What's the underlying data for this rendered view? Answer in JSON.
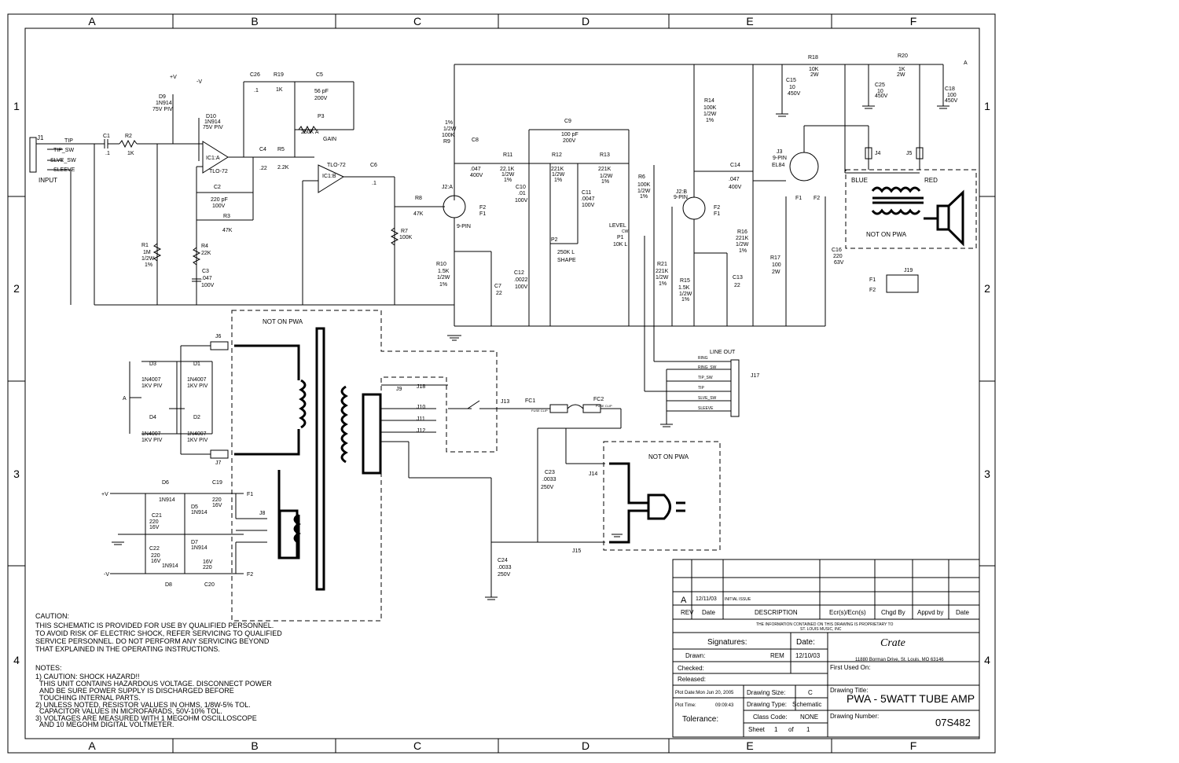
{
  "frame": {
    "columns": [
      "A",
      "B",
      "C",
      "D",
      "E",
      "F"
    ],
    "rows": [
      "1",
      "2",
      "3",
      "4"
    ]
  },
  "input": {
    "jack": "J1",
    "pins": [
      "TIP",
      "TIP_SW",
      "SLVE_SW",
      "SLEEVE"
    ],
    "label": "INPUT"
  },
  "preamp": {
    "op_a": "IC1:A",
    "op_a_type": "TLO-72",
    "op_b": "IC1:B",
    "op_b_type": "TLO-72",
    "d9": [
      "D9",
      "1N914",
      "75V PIV"
    ],
    "d10": [
      "D10",
      "1N914",
      "75V PIV"
    ],
    "plus_v": "+V",
    "minus_v": "-V",
    "c1": [
      "C1",
      ".1"
    ],
    "r2": [
      "R2",
      "1K"
    ],
    "r1": [
      "R1",
      "1M",
      "1/2W",
      "1%"
    ],
    "c2": [
      "C2",
      "220 pF",
      "100V"
    ],
    "r3": [
      "R3",
      "47K"
    ],
    "r4": [
      "R4",
      "22K"
    ],
    "c3": [
      "C3",
      ".047",
      "100V"
    ],
    "c26": [
      "C26",
      ".1"
    ],
    "r19": [
      "R19",
      "1K"
    ],
    "c5": [
      "C5",
      "56 pF",
      "200V"
    ],
    "p3": [
      "P3",
      "250K A",
      "GAIN"
    ],
    "c4": [
      "C4",
      ".22"
    ],
    "r5": [
      "R5",
      "2.2K"
    ],
    "c6": [
      "C6",
      ".1"
    ],
    "r7": [
      "R7",
      "100K"
    ],
    "r8": [
      "R8",
      "47K"
    ]
  },
  "tubes": {
    "j2a": [
      "J2:A",
      "9-PIN"
    ],
    "j2b": [
      "J2:B",
      "9-PIN"
    ],
    "j3": [
      "J3",
      "9-PIN",
      "EL84"
    ],
    "f1": "F1",
    "f2": "F2"
  },
  "components": {
    "r9": [
      "1%",
      "1/2W",
      "100K",
      "R9"
    ],
    "c8": [
      "C8",
      ".047",
      "400V"
    ],
    "r10": [
      "R10",
      "1.5K",
      "1/2W",
      "1%"
    ],
    "c7": [
      "C7",
      "22"
    ],
    "r11": [
      "R11",
      "22.1K",
      "1/2W",
      "1%"
    ],
    "c9": [
      "C9",
      "100 pF",
      "200V"
    ],
    "c10": [
      "C10",
      ".01",
      "100V"
    ],
    "r12": [
      "R12",
      "221K",
      "1/2W",
      "1%"
    ],
    "c11": [
      "C11",
      ".0047",
      "100V"
    ],
    "r13": [
      "R13",
      "221K",
      "1/2W",
      "1%"
    ],
    "p2": [
      "P2",
      "250K L",
      "SHAPE"
    ],
    "c12": [
      "C12",
      ".0022",
      "100V"
    ],
    "r6": [
      "R6",
      "100K",
      "1/2W",
      "1%"
    ],
    "p1": [
      "LEVEL",
      "CW",
      "P1",
      "10K L"
    ],
    "r14": [
      "R14",
      "100K",
      "1/2W",
      "1%"
    ],
    "c14": [
      "C14",
      ".047",
      "400V"
    ],
    "r21": [
      "R21",
      "221K",
      "1/2W",
      "1%"
    ],
    "r15": [
      "R15",
      "1.5K",
      "1/2W",
      "1%"
    ],
    "c13": [
      "C13",
      "22"
    ],
    "r16": [
      "R16",
      "221K",
      "1/2W",
      "1%"
    ],
    "r17": [
      "R17",
      "100",
      "2W"
    ],
    "c16": [
      "C16",
      "220",
      "63V"
    ],
    "c15": [
      "C15",
      "10",
      "450V"
    ],
    "r18": [
      "R18",
      "10K",
      "2W"
    ],
    "c25": [
      "C25",
      "10",
      "450V"
    ],
    "r20": [
      "R20",
      "1K",
      "2W"
    ],
    "c18": [
      "C18",
      "100",
      "450V"
    ],
    "supply_node": "A"
  },
  "output": {
    "j4": "J4",
    "j5": "J5",
    "blue": "BLUE",
    "red": "RED",
    "not_on_pwa": "NOT ON PWA",
    "j19": "J19"
  },
  "line_out": {
    "title": "LINE OUT",
    "jack": "J17",
    "pins": [
      "RING",
      "RING_SW",
      "TIP_SW",
      "TIP",
      "SLVE_SW",
      "SLEEVE"
    ]
  },
  "power": {
    "not_on_pwa": "NOT ON PWA",
    "j6": "J6",
    "j7": "J7",
    "j9": "J9",
    "j18": "J18",
    "j10": "J10",
    "j11": "J11",
    "j12": "J12",
    "j13": "J13",
    "d3": [
      "D3",
      "1N4007",
      "1KV PIV"
    ],
    "d1": [
      "D1",
      "1N4007",
      "1KV PIV"
    ],
    "d4": [
      "D4",
      "1N4007",
      "1KV PIV"
    ],
    "d2": [
      "D2",
      "1N4007",
      "1KV PIV"
    ],
    "fc1": [
      "FC1",
      "FUSE CLIP"
    ],
    "fc2": [
      "FC2",
      "FUSE CLIP"
    ],
    "c23": [
      "C23",
      ".0033",
      "250V"
    ],
    "c24": [
      "C24",
      ".0033",
      "250V"
    ],
    "j14": "J14",
    "j15": "J15",
    "mains_box": "NOT ON PWA",
    "d6": [
      "D6",
      "1N914"
    ],
    "c19": [
      "C19",
      "220",
      "16V"
    ],
    "d5": [
      "D5",
      "1N914"
    ],
    "c21": [
      "C21",
      "220",
      "16V"
    ],
    "d7": [
      "D7",
      "1N914"
    ],
    "c22": [
      "C22",
      "220",
      "16V"
    ],
    "d8": [
      "D8",
      "1N914"
    ],
    "c20": [
      "16V",
      "220",
      "C20"
    ],
    "j8": "J8"
  },
  "notes": {
    "caution_title": "CAUTION:",
    "caution_lines": [
      "THIS SCHEMATIC IS PROVIDED FOR USE BY QUALIFIED PERSONNEL.",
      "TO AVOID RISK OF ELECTRIC SHOCK, REFER SERVICING TO QUALIFIED",
      "SERVICE PERSONNEL.  DO NOT PERFORM ANY SERVICING BEYOND",
      "THAT EXPLAINED IN THE OPERATING INSTRUCTIONS."
    ],
    "notes_title": "NOTES:",
    "notes_lines": [
      "1) CAUTION: SHOCK HAZARD!!",
      "   THIS UNIT CONTAINS HAZARDOUS VOLTAGE.  DISCONNECT POWER",
      "   AND BE SURE POWER SUPPLY IS DISCHARGED BEFORE",
      "   TOUCHING INTERNAL PARTS.",
      "2) UNLESS NOTED, RESISTOR VALUES IN OHMS, 1/8W-5% TOL.",
      "   CAPACITOR VALUES IN MICROFARADS, 50V-10% TOL.",
      "3) VOLTAGES ARE MEASURED WITH 1 MEGOHM OSCILLOSCOPE",
      "   AND 10 MEGOHM DIGITAL VOLTMETER."
    ]
  },
  "title_block": {
    "rev_letter": "A",
    "rev_date": "12/11/03",
    "rev_desc": "INITIAL ISSUE",
    "h_rev": "REV",
    "h_date": "Date",
    "h_desc": "DESCRIPTION",
    "h_ecr": "Ecr(s)/Ecn(s)",
    "h_chgd": "Chgd By",
    "h_appvd": "Appvd by",
    "h_date2": "Date",
    "proprietary_1": "THE INFORMATION CONTAINED ON THIS DRAWING IS PROPRIETARY TO",
    "proprietary_2": "ST. LOUIS MUSIC, INC",
    "signatures": "Signatures:",
    "date_h": "Date:",
    "drawn": "Drawn:",
    "drawn_by": "REM",
    "drawn_date": "12/10/03",
    "checked": "Checked:",
    "released": "Released:",
    "logo": "Crate",
    "address": "11880 Borman Drive, St. Louis, MO 63146",
    "first_used": "First Used On:",
    "plot_date": "Plot Date:Mon Jun 20, 2005",
    "plot_time_l": "Plot Time:",
    "plot_time": "09:09:43",
    "tolerance": "Tolerance:",
    "size_l": "Drawing Size:",
    "size": "C",
    "type_l": "Drawing Type:",
    "type": "Schematic",
    "class_l": "Class Code:",
    "class": "NONE",
    "sheet_l": "Sheet",
    "sheet": "1",
    "of_l": "of",
    "of": "1",
    "title_l": "Drawing Title:",
    "title": "PWA - 5WATT TUBE AMP",
    "number_l": "Drawing Number:",
    "number": "07S482"
  }
}
